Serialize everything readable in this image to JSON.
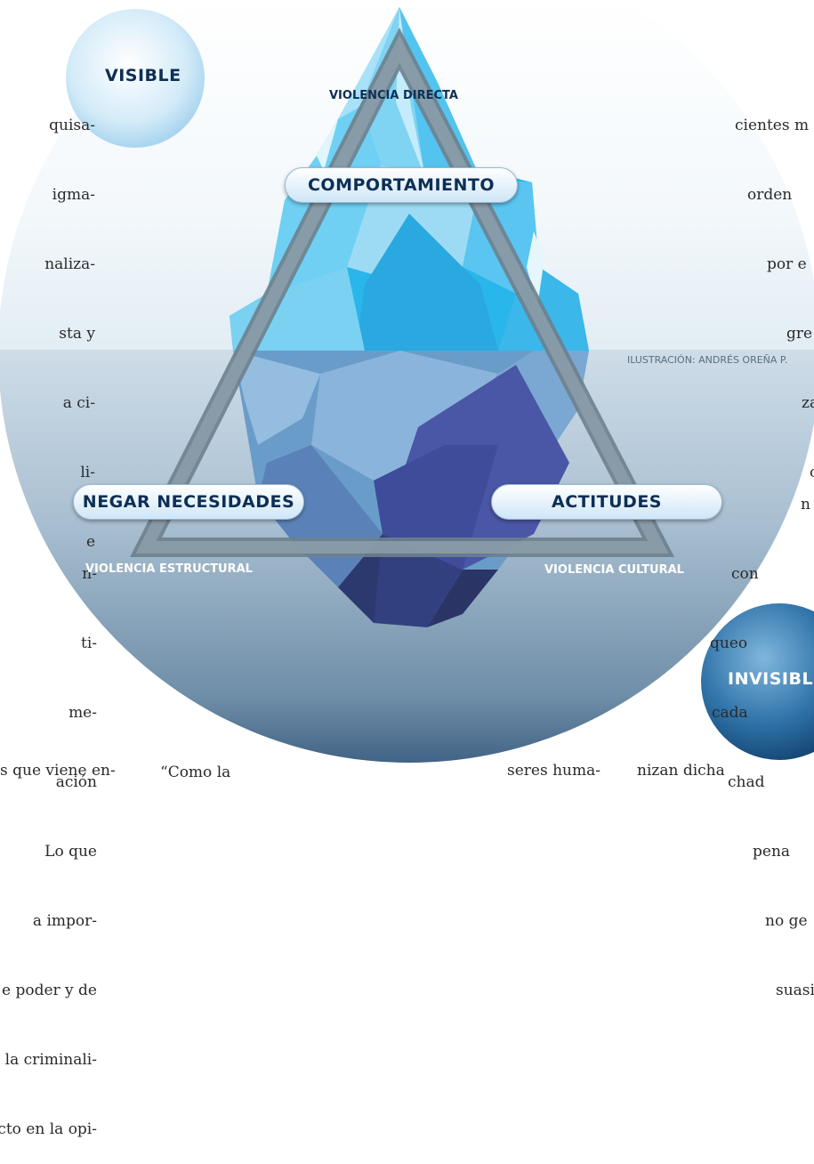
{
  "labels": {
    "visible": "VISIBLE",
    "invisible": "INVISIBLE",
    "comportamiento": "COMPORTAMIENTO",
    "negar_necesidades": "NEGAR NECESIDADES",
    "actitudes": "ACTITUDES",
    "violencia_directa": "VIOLENCIA DIRECTA",
    "violencia_estructural": "VIOLENCIA ESTRUCTURAL",
    "violencia_cultural": "VIOLENCIA CULTURAL"
  },
  "credit": "ILUSTRACIÓN: ANDRÉS OREÑA P.",
  "text": {
    "left_top": [
      "quisa-",
      "igma-",
      "naliza-",
      "sta y",
      "a ci-",
      "li-",
      "e"
    ],
    "left_bottom": [
      "-",
      "n-",
      "ti-",
      "me-",
      "ación",
      "Lo que",
      "a impor-",
      "e poder y de",
      "e la criminali-",
      "ecto en la opi-"
    ],
    "right_top": [
      "cientes m",
      "orden",
      "por e",
      "gre",
      "za",
      "c"
    ],
    "right_bottom": [
      "n",
      "con",
      "queo",
      "cada",
      "chad",
      "pena",
      "no ge",
      "suasivo"
    ],
    "quote": "“Como la",
    "seres": "seres huma-",
    "nizan": "nizan dicha",
    "bottom_left": "s que viene en-"
  },
  "colors": {
    "navy": "#0d2f55",
    "sky": "#29b6ea",
    "deep_blue": "#3b4a9a"
  }
}
